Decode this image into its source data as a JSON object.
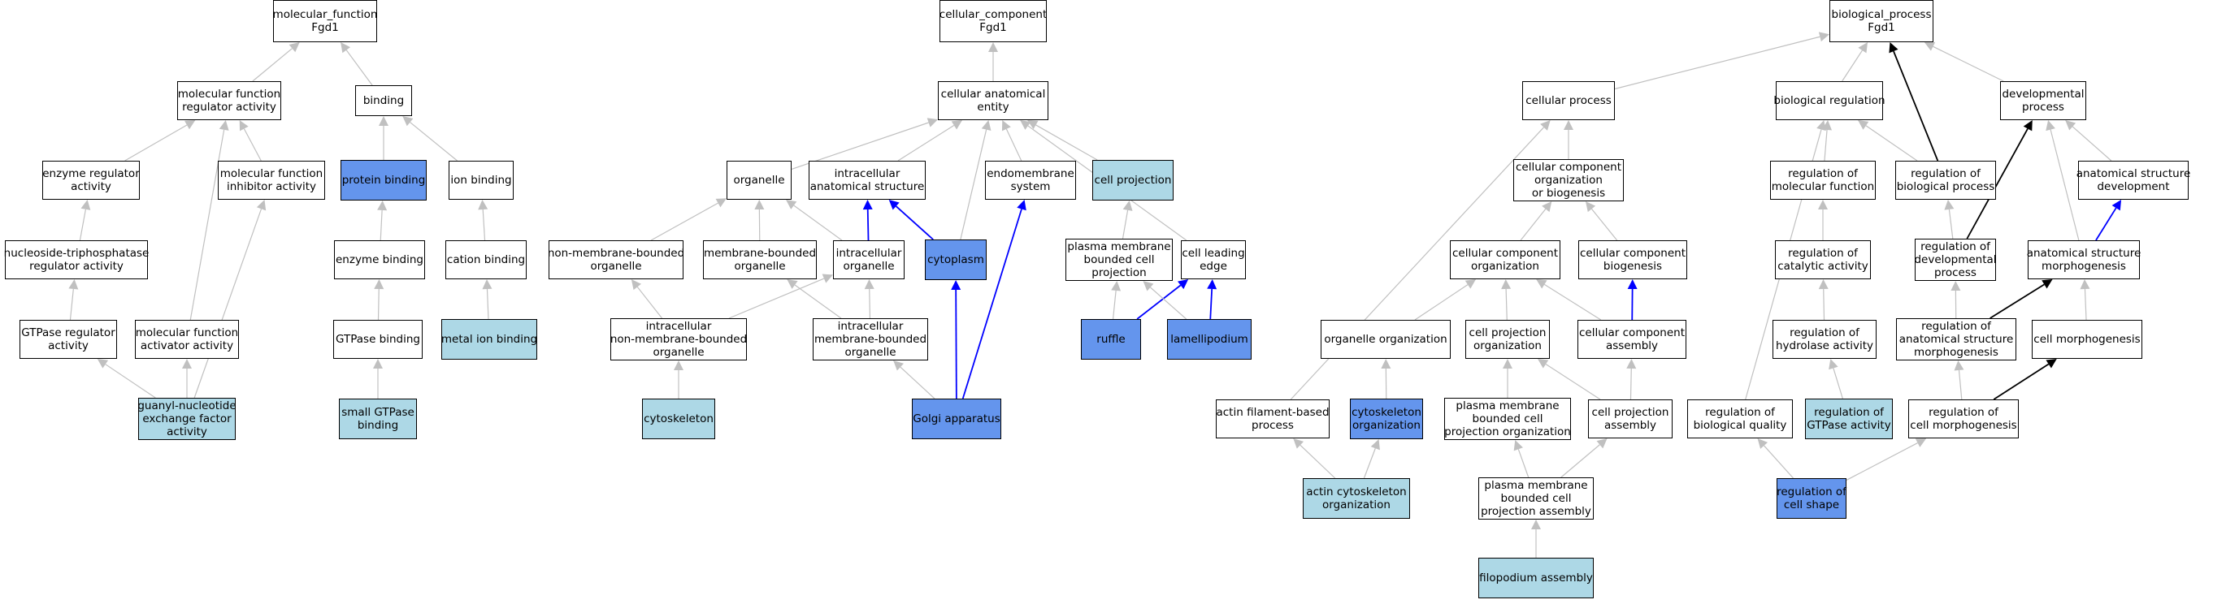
{
  "colors": {
    "background": "#ffffff",
    "node_default": "#ffffff",
    "node_light": "#add8e6",
    "node_dark": "#6495ed",
    "edge_gray": "#c0c0c0",
    "edge_blue": "#0000ff",
    "edge_black": "#000000"
  },
  "nodes": [
    {
      "id": "mf_root",
      "lines": [
        "molecular_function",
        "Fgd1"
      ],
      "fill": "default"
    },
    {
      "id": "mf_reg",
      "lines": [
        "molecular function",
        "regulator activity"
      ],
      "fill": "default"
    },
    {
      "id": "binding",
      "lines": [
        "binding"
      ],
      "fill": "default"
    },
    {
      "id": "enz_reg",
      "lines": [
        "enzyme regulator",
        "activity"
      ],
      "fill": "default"
    },
    {
      "id": "mf_inhib",
      "lines": [
        "molecular function",
        "inhibitor activity"
      ],
      "fill": "default"
    },
    {
      "id": "protein_binding",
      "lines": [
        "protein binding"
      ],
      "fill": "dark"
    },
    {
      "id": "ion_binding",
      "lines": [
        "ion binding"
      ],
      "fill": "default"
    },
    {
      "id": "ntp_reg",
      "lines": [
        "nucleoside-triphosphatase",
        "regulator activity"
      ],
      "fill": "default"
    },
    {
      "id": "enzyme_binding",
      "lines": [
        "enzyme binding"
      ],
      "fill": "default"
    },
    {
      "id": "cation_binding",
      "lines": [
        "cation binding"
      ],
      "fill": "default"
    },
    {
      "id": "gtpase_reg",
      "lines": [
        "GTPase regulator",
        "activity"
      ],
      "fill": "default"
    },
    {
      "id": "mf_activ",
      "lines": [
        "molecular function",
        "activator activity"
      ],
      "fill": "default"
    },
    {
      "id": "gtpase_binding",
      "lines": [
        "GTPase binding"
      ],
      "fill": "default"
    },
    {
      "id": "metal_ion",
      "lines": [
        "metal ion binding"
      ],
      "fill": "light"
    },
    {
      "id": "gef",
      "lines": [
        "guanyl-nucleotide",
        "exchange factor",
        "activity"
      ],
      "fill": "light"
    },
    {
      "id": "small_gtpase",
      "lines": [
        "small GTPase",
        "binding"
      ],
      "fill": "light"
    },
    {
      "id": "cc_root",
      "lines": [
        "cellular_component",
        "Fgd1"
      ],
      "fill": "default"
    },
    {
      "id": "cae",
      "lines": [
        "cellular anatomical",
        "entity"
      ],
      "fill": "default"
    },
    {
      "id": "organelle",
      "lines": [
        "organelle"
      ],
      "fill": "default"
    },
    {
      "id": "ias",
      "lines": [
        "intracellular",
        "anatomical structure"
      ],
      "fill": "default"
    },
    {
      "id": "endomem",
      "lines": [
        "endomembrane",
        "system"
      ],
      "fill": "default"
    },
    {
      "id": "cell_proj",
      "lines": [
        "cell projection"
      ],
      "fill": "light"
    },
    {
      "id": "nmbo",
      "lines": [
        "non-membrane-bounded",
        "organelle"
      ],
      "fill": "default"
    },
    {
      "id": "mbo",
      "lines": [
        "membrane-bounded",
        "organelle"
      ],
      "fill": "default"
    },
    {
      "id": "intra_org",
      "lines": [
        "intracellular",
        "organelle"
      ],
      "fill": "default"
    },
    {
      "id": "cytoplasm",
      "lines": [
        "cytoplasm"
      ],
      "fill": "dark"
    },
    {
      "id": "pmbcp",
      "lines": [
        "plasma membrane",
        "bounded cell",
        "projection"
      ],
      "fill": "default"
    },
    {
      "id": "cle",
      "lines": [
        "cell leading",
        "edge"
      ],
      "fill": "default"
    },
    {
      "id": "inmbo",
      "lines": [
        "intracellular",
        "non-membrane-bounded",
        "organelle"
      ],
      "fill": "default"
    },
    {
      "id": "imbo",
      "lines": [
        "intracellular",
        "membrane-bounded",
        "organelle"
      ],
      "fill": "default"
    },
    {
      "id": "ruffle",
      "lines": [
        "ruffle"
      ],
      "fill": "dark"
    },
    {
      "id": "lamellipodium",
      "lines": [
        "lamellipodium"
      ],
      "fill": "dark"
    },
    {
      "id": "cytoskeleton",
      "lines": [
        "cytoskeleton"
      ],
      "fill": "light"
    },
    {
      "id": "golgi",
      "lines": [
        "Golgi apparatus"
      ],
      "fill": "dark"
    },
    {
      "id": "bp_root",
      "lines": [
        "biological_process",
        "Fgd1"
      ],
      "fill": "default"
    },
    {
      "id": "cellular_process",
      "lines": [
        "cellular process"
      ],
      "fill": "default"
    },
    {
      "id": "bio_reg",
      "lines": [
        "biological regulation"
      ],
      "fill": "default"
    },
    {
      "id": "dev_proc",
      "lines": [
        "developmental",
        "process"
      ],
      "fill": "default"
    },
    {
      "id": "ccob",
      "lines": [
        "cellular component",
        "organization",
        "or biogenesis"
      ],
      "fill": "default"
    },
    {
      "id": "reg_mf",
      "lines": [
        "regulation of",
        "molecular function"
      ],
      "fill": "default"
    },
    {
      "id": "reg_bp",
      "lines": [
        "regulation of",
        "biological process"
      ],
      "fill": "default"
    },
    {
      "id": "asd",
      "lines": [
        "anatomical structure",
        "development"
      ],
      "fill": "default"
    },
    {
      "id": "cco",
      "lines": [
        "cellular component",
        "organization"
      ],
      "fill": "default"
    },
    {
      "id": "ccb",
      "lines": [
        "cellular component",
        "biogenesis"
      ],
      "fill": "default"
    },
    {
      "id": "reg_cat",
      "lines": [
        "regulation of",
        "catalytic activity"
      ],
      "fill": "default"
    },
    {
      "id": "reg_dev",
      "lines": [
        "regulation of",
        "developmental",
        "process"
      ],
      "fill": "default"
    },
    {
      "id": "asm",
      "lines": [
        "anatomical structure",
        "morphogenesis"
      ],
      "fill": "default"
    },
    {
      "id": "org_org",
      "lines": [
        "organelle organization"
      ],
      "fill": "default"
    },
    {
      "id": "cpo",
      "lines": [
        "cell projection",
        "organization"
      ],
      "fill": "default"
    },
    {
      "id": "cca",
      "lines": [
        "cellular component",
        "assembly"
      ],
      "fill": "default"
    },
    {
      "id": "reg_hydro",
      "lines": [
        "regulation of",
        "hydrolase activity"
      ],
      "fill": "default"
    },
    {
      "id": "reg_asm",
      "lines": [
        "regulation of",
        "anatomical structure",
        "morphogenesis"
      ],
      "fill": "default"
    },
    {
      "id": "cell_morph",
      "lines": [
        "cell morphogenesis"
      ],
      "fill": "default"
    },
    {
      "id": "afbp",
      "lines": [
        "actin filament-based",
        "process"
      ],
      "fill": "default"
    },
    {
      "id": "cyto_org",
      "lines": [
        "cytoskeleton",
        "organization"
      ],
      "fill": "dark"
    },
    {
      "id": "pmbcpo",
      "lines": [
        "plasma membrane",
        "bounded cell",
        "projection organization"
      ],
      "fill": "default"
    },
    {
      "id": "cpa",
      "lines": [
        "cell projection",
        "assembly"
      ],
      "fill": "default"
    },
    {
      "id": "reg_bq",
      "lines": [
        "regulation of",
        "biological quality"
      ],
      "fill": "default"
    },
    {
      "id": "reg_gtpase",
      "lines": [
        "regulation of",
        "GTPase activity"
      ],
      "fill": "light"
    },
    {
      "id": "reg_cm",
      "lines": [
        "regulation of",
        "cell morphogenesis"
      ],
      "fill": "default"
    },
    {
      "id": "aco",
      "lines": [
        "actin cytoskeleton",
        "organization"
      ],
      "fill": "light"
    },
    {
      "id": "pmbcpa",
      "lines": [
        "plasma membrane",
        "bounded cell",
        "projection assembly"
      ],
      "fill": "default"
    },
    {
      "id": "reg_cs",
      "lines": [
        "regulation of",
        "cell shape"
      ],
      "fill": "dark"
    },
    {
      "id": "filopodium",
      "lines": [
        "filopodium assembly"
      ],
      "fill": "light"
    }
  ],
  "edges": [
    {
      "from": "mf_reg",
      "to": "mf_root",
      "color": "gray"
    },
    {
      "from": "binding",
      "to": "mf_root",
      "color": "gray"
    },
    {
      "from": "enz_reg",
      "to": "mf_reg",
      "color": "gray"
    },
    {
      "from": "mf_inhib",
      "to": "mf_reg",
      "color": "gray"
    },
    {
      "from": "protein_binding",
      "to": "binding",
      "color": "gray"
    },
    {
      "from": "ion_binding",
      "to": "binding",
      "color": "gray"
    },
    {
      "from": "ntp_reg",
      "to": "enz_reg",
      "color": "gray"
    },
    {
      "from": "enzyme_binding",
      "to": "protein_binding",
      "color": "gray"
    },
    {
      "from": "cation_binding",
      "to": "ion_binding",
      "color": "gray"
    },
    {
      "from": "gtpase_reg",
      "to": "ntp_reg",
      "color": "gray"
    },
    {
      "from": "mf_activ",
      "to": "mf_reg",
      "color": "gray"
    },
    {
      "from": "gtpase_binding",
      "to": "enzyme_binding",
      "color": "gray"
    },
    {
      "from": "metal_ion",
      "to": "cation_binding",
      "color": "gray"
    },
    {
      "from": "gef",
      "to": "gtpase_reg",
      "color": "gray"
    },
    {
      "from": "gef",
      "to": "mf_activ",
      "color": "gray"
    },
    {
      "from": "gef",
      "to": "mf_inhib",
      "color": "gray"
    },
    {
      "from": "small_gtpase",
      "to": "gtpase_binding",
      "color": "gray"
    },
    {
      "from": "cae",
      "to": "cc_root",
      "color": "gray"
    },
    {
      "from": "organelle",
      "to": "cae",
      "color": "gray"
    },
    {
      "from": "ias",
      "to": "cae",
      "color": "gray"
    },
    {
      "from": "endomem",
      "to": "cae",
      "color": "gray"
    },
    {
      "from": "cell_proj",
      "to": "cae",
      "color": "gray"
    },
    {
      "from": "cytoplasm",
      "to": "cae",
      "color": "gray"
    },
    {
      "from": "cle",
      "to": "cae",
      "color": "gray"
    },
    {
      "from": "nmbo",
      "to": "organelle",
      "color": "gray"
    },
    {
      "from": "mbo",
      "to": "organelle",
      "color": "gray"
    },
    {
      "from": "intra_org",
      "to": "organelle",
      "color": "gray"
    },
    {
      "from": "intra_org",
      "to": "ias",
      "color": "blue"
    },
    {
      "from": "cytoplasm",
      "to": "ias",
      "color": "blue"
    },
    {
      "from": "pmbcp",
      "to": "cell_proj",
      "color": "gray"
    },
    {
      "from": "inmbo",
      "to": "nmbo",
      "color": "gray"
    },
    {
      "from": "inmbo",
      "to": "intra_org",
      "color": "gray"
    },
    {
      "from": "imbo",
      "to": "mbo",
      "color": "gray"
    },
    {
      "from": "imbo",
      "to": "intra_org",
      "color": "gray"
    },
    {
      "from": "ruffle",
      "to": "pmbcp",
      "color": "gray"
    },
    {
      "from": "ruffle",
      "to": "cle",
      "color": "blue"
    },
    {
      "from": "lamellipodium",
      "to": "pmbcp",
      "color": "gray"
    },
    {
      "from": "lamellipodium",
      "to": "cle",
      "color": "blue"
    },
    {
      "from": "cytoskeleton",
      "to": "inmbo",
      "color": "gray"
    },
    {
      "from": "golgi",
      "to": "imbo",
      "color": "gray"
    },
    {
      "from": "golgi",
      "to": "cytoplasm",
      "color": "blue"
    },
    {
      "from": "golgi",
      "to": "endomem",
      "color": "blue"
    },
    {
      "from": "cellular_process",
      "to": "bp_root",
      "color": "gray"
    },
    {
      "from": "bio_reg",
      "to": "bp_root",
      "color": "gray"
    },
    {
      "from": "dev_proc",
      "to": "bp_root",
      "color": "gray"
    },
    {
      "from": "reg_bp",
      "to": "bp_root",
      "color": "black"
    },
    {
      "from": "ccob",
      "to": "cellular_process",
      "color": "gray"
    },
    {
      "from": "reg_mf",
      "to": "bio_reg",
      "color": "gray"
    },
    {
      "from": "reg_bp",
      "to": "bio_reg",
      "color": "gray"
    },
    {
      "from": "asd",
      "to": "dev_proc",
      "color": "gray"
    },
    {
      "from": "reg_dev",
      "to": "dev_proc",
      "color": "black"
    },
    {
      "from": "asm",
      "to": "dev_proc",
      "color": "gray"
    },
    {
      "from": "cco",
      "to": "ccob",
      "color": "gray"
    },
    {
      "from": "ccb",
      "to": "ccob",
      "color": "gray"
    },
    {
      "from": "reg_cat",
      "to": "reg_mf",
      "color": "gray"
    },
    {
      "from": "reg_dev",
      "to": "reg_bp",
      "color": "gray"
    },
    {
      "from": "asm",
      "to": "asd",
      "color": "blue"
    },
    {
      "from": "org_org",
      "to": "cco",
      "color": "gray"
    },
    {
      "from": "cpo",
      "to": "cco",
      "color": "gray"
    },
    {
      "from": "cca",
      "to": "cco",
      "color": "gray"
    },
    {
      "from": "cca",
      "to": "ccb",
      "color": "blue"
    },
    {
      "from": "reg_hydro",
      "to": "reg_cat",
      "color": "gray"
    },
    {
      "from": "reg_asm",
      "to": "reg_dev",
      "color": "gray"
    },
    {
      "from": "reg_asm",
      "to": "asm",
      "color": "black"
    },
    {
      "from": "cell_morph",
      "to": "asm",
      "color": "gray"
    },
    {
      "from": "afbp",
      "to": "cellular_process",
      "color": "gray"
    },
    {
      "from": "cyto_org",
      "to": "org_org",
      "color": "gray"
    },
    {
      "from": "pmbcpo",
      "to": "cpo",
      "color": "gray"
    },
    {
      "from": "cpa",
      "to": "cpo",
      "color": "gray"
    },
    {
      "from": "cpa",
      "to": "cca",
      "color": "gray"
    },
    {
      "from": "reg_bq",
      "to": "bio_reg",
      "color": "gray"
    },
    {
      "from": "reg_gtpase",
      "to": "reg_hydro",
      "color": "gray"
    },
    {
      "from": "reg_cm",
      "to": "reg_asm",
      "color": "gray"
    },
    {
      "from": "reg_cm",
      "to": "cell_morph",
      "color": "black"
    },
    {
      "from": "aco",
      "to": "afbp",
      "color": "gray"
    },
    {
      "from": "aco",
      "to": "cyto_org",
      "color": "gray"
    },
    {
      "from": "pmbcpa",
      "to": "pmbcpo",
      "color": "gray"
    },
    {
      "from": "pmbcpa",
      "to": "cpa",
      "color": "gray"
    },
    {
      "from": "reg_cs",
      "to": "reg_bq",
      "color": "gray"
    },
    {
      "from": "reg_cs",
      "to": "reg_cm",
      "color": "gray"
    },
    {
      "from": "filopodium",
      "to": "pmbcpa",
      "color": "gray"
    }
  ]
}
